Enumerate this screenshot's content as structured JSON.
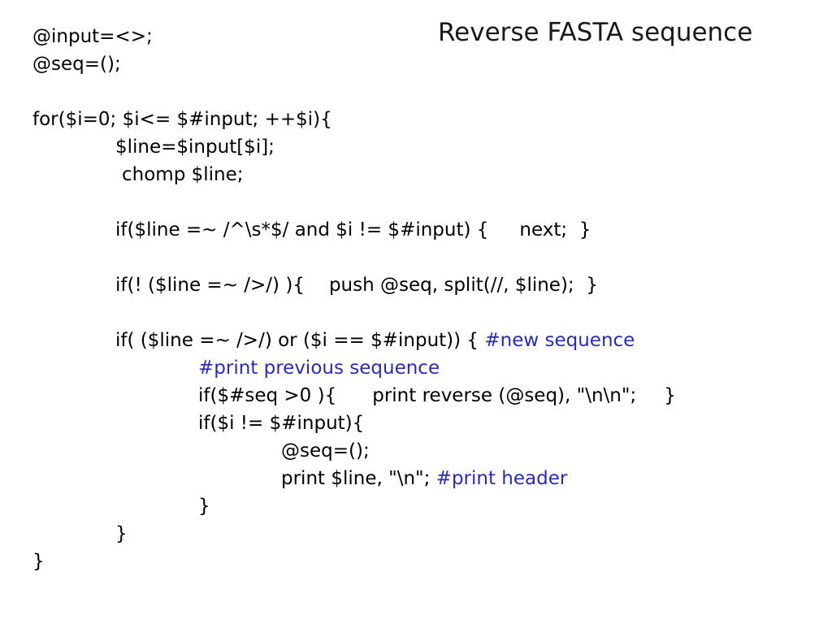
{
  "title": "Reverse FASTA sequence",
  "colors": {
    "text": "#000000",
    "comment": "#2b2bb0",
    "background": "#ffffff"
  },
  "code": {
    "l1": "@input=<>;",
    "l2": "@seq=();",
    "l3": "for($i=0; $i<= $#input; ++$i){",
    "l4": "$line=$input[$i];",
    "l5": "chomp $line;",
    "l6a": "if($line =~ /^\\s*$/ and $i != $#input) {",
    "l6b": "next;  }",
    "l7a": "if(! ($line =~ />/) ){",
    "l7b": "push @seq, split(//, $line);  }",
    "l8_code": "if( ($line =~ />/) or ($i == $#input)) {",
    "l8_comment": "#new sequence",
    "l9_comment": "#print previous sequence",
    "l10a": "if($#seq >0 ){",
    "l10b": "print reverse (@seq), \"\\n\\n\";",
    "l10c": "}",
    "l11": "if($i != $#input){",
    "l12": "@seq=();",
    "l13_code": "print $line, \"\\n\";",
    "l13_comment": "#print header",
    "l14": "}",
    "l15": "}",
    "l16": "}"
  }
}
